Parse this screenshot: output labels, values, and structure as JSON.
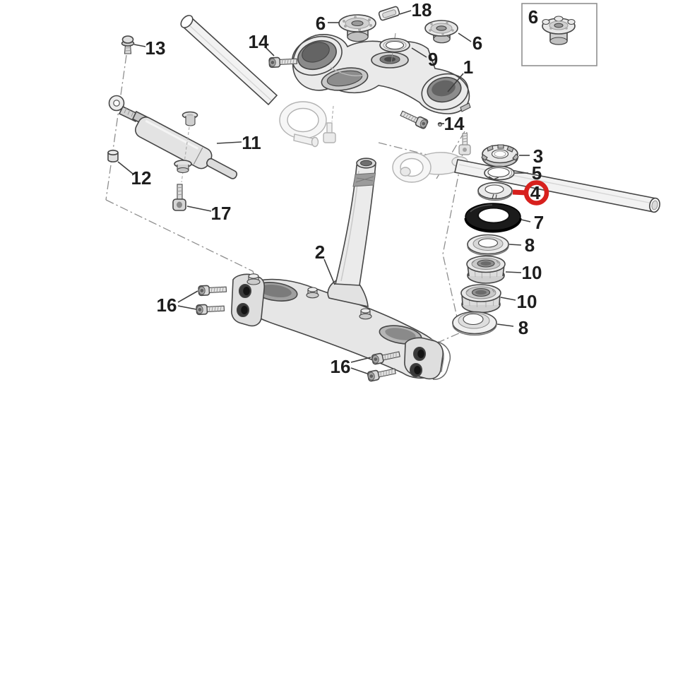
{
  "figure": {
    "type": "exploded-parts-diagram",
    "subject": "steering-stem-triple-clamp-assembly",
    "background": "#ffffff"
  },
  "colors": {
    "highlight_red": "#d7201d",
    "line": "#464646",
    "label_text": "#1d1d1d"
  },
  "inset": {
    "label": "6"
  },
  "highlight": {
    "circled_part": "4"
  },
  "callouts": {
    "c13": {
      "label": "13"
    },
    "c14_left": {
      "label": "14"
    },
    "c18": {
      "label": "18"
    },
    "c6_left": {
      "label": "6"
    },
    "c9": {
      "label": "9"
    },
    "c6_right": {
      "label": "6"
    },
    "c1": {
      "label": "1"
    },
    "c14_right": {
      "label": "14"
    },
    "c11": {
      "label": "11"
    },
    "c12": {
      "label": "12"
    },
    "c17": {
      "label": "17"
    },
    "c3": {
      "label": "3"
    },
    "c5": {
      "label": "5"
    },
    "c4": {
      "label": "4"
    },
    "c7": {
      "label": "7"
    },
    "c8_upper": {
      "label": "8"
    },
    "c10_upper": {
      "label": "10"
    },
    "c10_lower": {
      "label": "10"
    },
    "c8_lower": {
      "label": "8"
    },
    "c2": {
      "label": "2"
    },
    "c16_left": {
      "label": "16"
    },
    "c16_bottom": {
      "label": "16"
    }
  }
}
